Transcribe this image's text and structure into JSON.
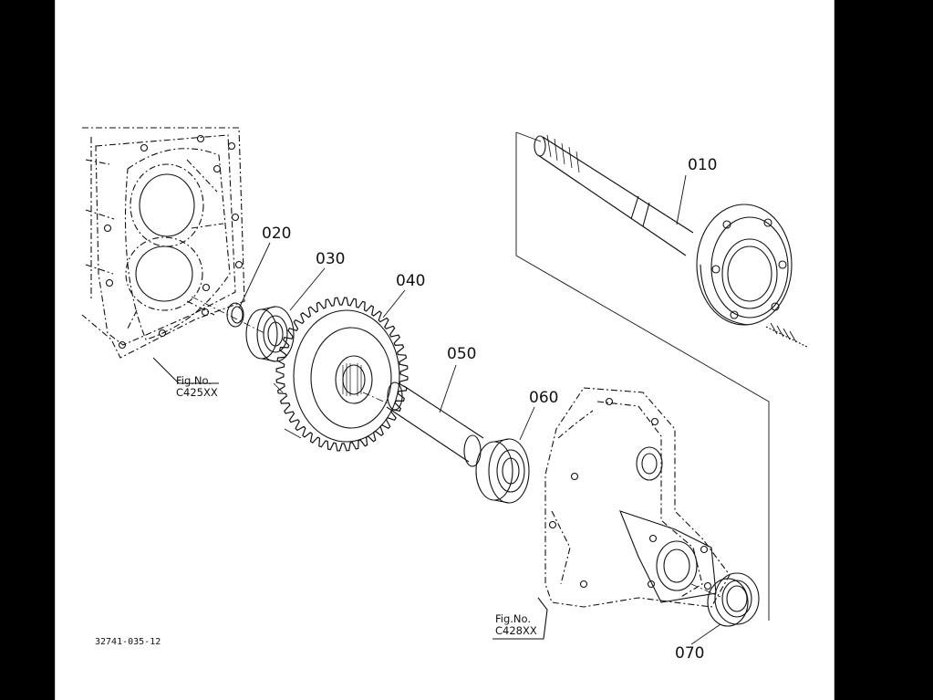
{
  "diagram": {
    "parts": [
      {
        "number": "010"
      },
      {
        "number": "020"
      },
      {
        "number": "030"
      },
      {
        "number": "040"
      },
      {
        "number": "050"
      },
      {
        "number": "060"
      },
      {
        "number": "070"
      }
    ],
    "figure_refs": [
      {
        "prefix": "Fig.No.",
        "code": "C425XX"
      },
      {
        "prefix": "Fig.No.",
        "code": "C428XX"
      }
    ],
    "drawing_number": "32741-035-12"
  }
}
